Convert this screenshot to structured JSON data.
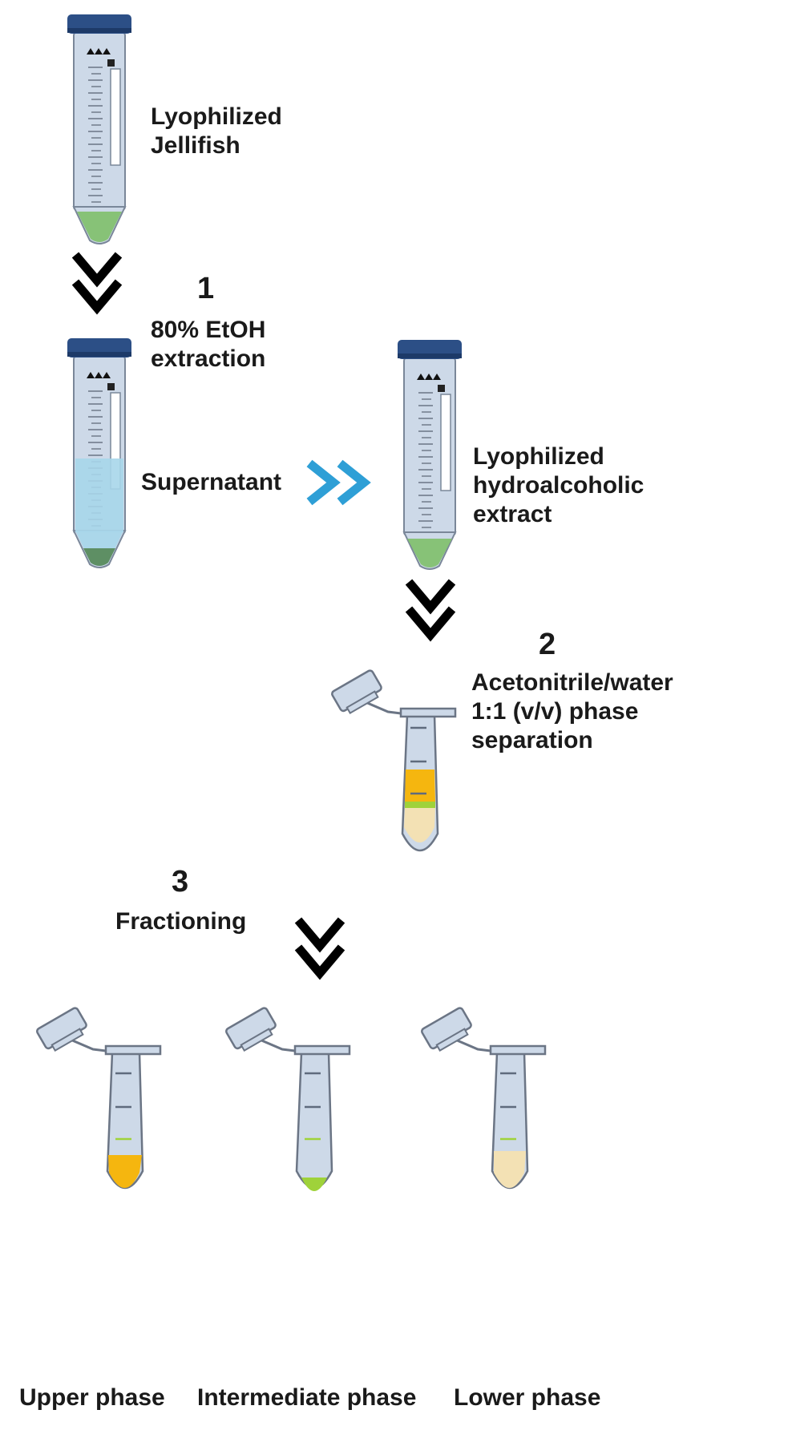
{
  "labels": {
    "lyophilized_jellyfish_line1": "Lyophilized",
    "lyophilized_jellyfish_line2": "Jellifish",
    "step1_number": "1",
    "step1_line1": "80% EtOH",
    "step1_line2": "extraction",
    "supernatant": "Supernatant",
    "extract_line1": "Lyophilized",
    "extract_line2": "hydroalcoholic",
    "extract_line3": "extract",
    "step2_number": "2",
    "step2_line1": "Acetonitrile/water",
    "step2_line2": "1:1 (v/v) phase",
    "step2_line3": "separation",
    "step3_number": "3",
    "step3_label": "Fractioning",
    "upper_phase": "Upper phase",
    "intermediate_phase": "Intermediate phase",
    "lower_phase": "Lower phase"
  },
  "colors": {
    "tube_cap": "#2c4f86",
    "tube_body": "#cdd9e8",
    "green_pellet": "#7fbf6a",
    "liquid_blue": "#a7d6ea",
    "arrow_black": "#000000",
    "arrow_blue": "#2e9fd6",
    "yellow_phase": "#f5b60f",
    "green_phase": "#9fd23a",
    "beige_phase": "#f3e1b4"
  },
  "icons": {
    "falcon_tube": "conical-tube-icon",
    "eppendorf_tube": "microcentrifuge-tube-icon",
    "double_chevron_down": "double-chevron-down-icon",
    "double_chevron_right": "double-chevron-right-icon"
  }
}
